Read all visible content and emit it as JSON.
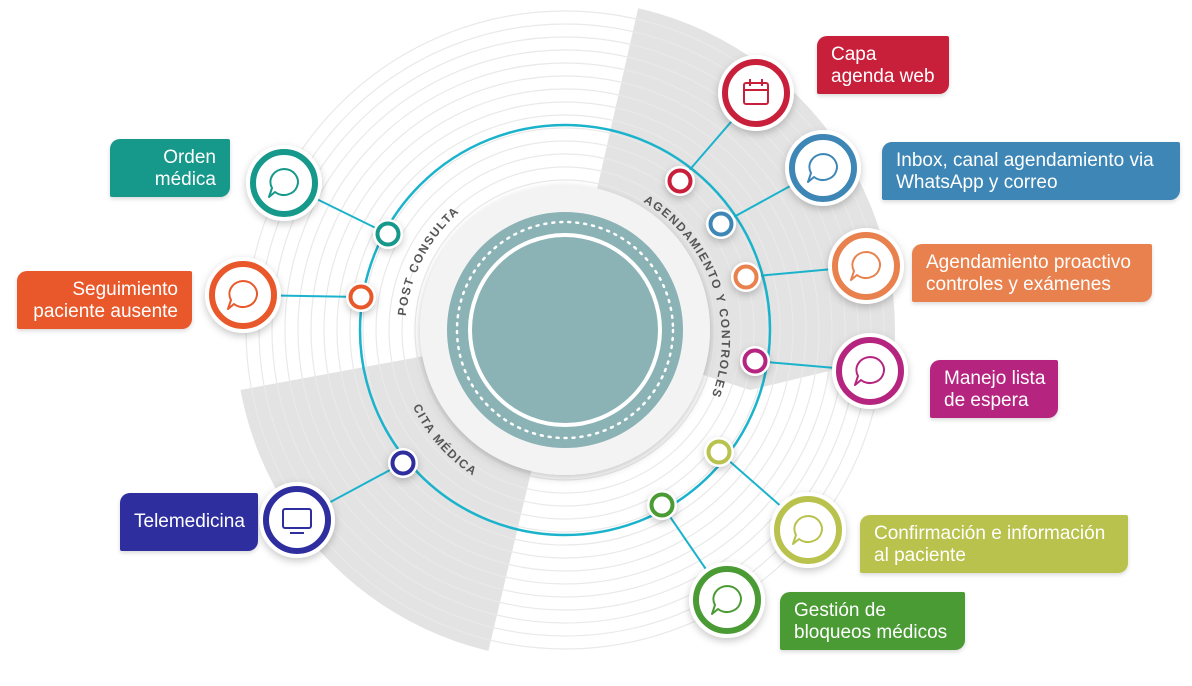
{
  "phases": [
    {
      "id": "post",
      "label": "POST CONSULTA"
    },
    {
      "id": "agenda",
      "label": "AGENDAMIENTO Y CONTROLES"
    },
    {
      "id": "cita",
      "label": "CITA MÉDICA"
    }
  ],
  "nodes": [
    {
      "id": "capa-agenda-web",
      "icon": "calendar-icon",
      "color": "#c8203a",
      "lines": [
        "Capa",
        "agenda web"
      ]
    },
    {
      "id": "inbox",
      "icon": "chat-bubble-icon",
      "color": "#3d86b5",
      "lines": [
        "Inbox, canal agendamiento via",
        "WhatsApp y correo"
      ]
    },
    {
      "id": "agendamiento-proactivo",
      "icon": "chat-bubble-icon",
      "color": "#e8814d",
      "lines": [
        "Agendamiento proactivo",
        "controles y exámenes"
      ]
    },
    {
      "id": "manejo-lista",
      "icon": "chat-bubble-icon",
      "color": "#b5257f",
      "lines": [
        "Manejo lista",
        "de espera"
      ]
    },
    {
      "id": "confirmacion",
      "icon": "chat-bubble-icon",
      "color": "#b8c24c",
      "lines": [
        "Confirmación e información",
        "al paciente"
      ]
    },
    {
      "id": "gestion-bloqueos",
      "icon": "chat-bubble-icon",
      "color": "#4a9b34",
      "lines": [
        "Gestión de",
        "bloqueos médicos"
      ]
    },
    {
      "id": "telemedicina",
      "icon": "monitor-icon",
      "color": "#2e2e9e",
      "lines": [
        "Telemedicina"
      ]
    },
    {
      "id": "seguimiento",
      "icon": "chat-bubble-icon",
      "color": "#e8582a",
      "lines": [
        "Seguimiento",
        "paciente ausente"
      ]
    },
    {
      "id": "orden-medica",
      "icon": "chat-bubble-icon",
      "color": "#16988a",
      "lines": [
        "Orden",
        "médica"
      ]
    }
  ],
  "colors": {
    "ring": "#1bb3cc",
    "center": "#8bb2b5",
    "sector": "#e3e3e3"
  }
}
